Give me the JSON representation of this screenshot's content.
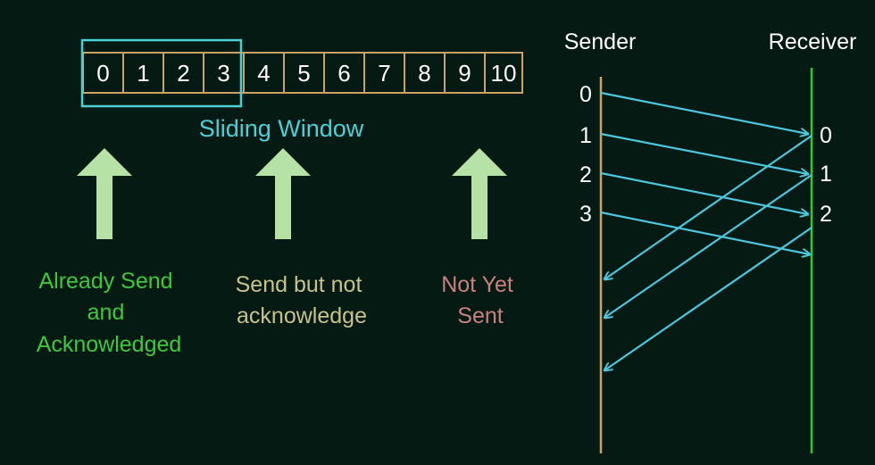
{
  "frames": [
    "0",
    "1",
    "2",
    "3",
    "4",
    "5",
    "6",
    "7",
    "8",
    "9",
    "10"
  ],
  "window": {
    "label": "Sliding Window"
  },
  "categories": [
    {
      "lines": [
        "Already Send",
        "and",
        "Acknowledged"
      ],
      "color": "#3ec83e"
    },
    {
      "lines": [
        "Send but not",
        "acknowledge"
      ],
      "color": "#c6c28a"
    },
    {
      "lines": [
        "Not Yet",
        "Sent"
      ],
      "color": "#c98080"
    }
  ],
  "sender": {
    "title": "Sender",
    "numbers": [
      "0",
      "1",
      "2",
      "3"
    ]
  },
  "receiver": {
    "title": "Receiver",
    "numbers": [
      "0",
      "1",
      "2"
    ]
  },
  "colors": {
    "frame": "#c9a466",
    "window": "#4dcfd6",
    "arrow": "#b6e2a6",
    "message": "#4dc5dc",
    "receiver_line": "#2fcc2f"
  }
}
